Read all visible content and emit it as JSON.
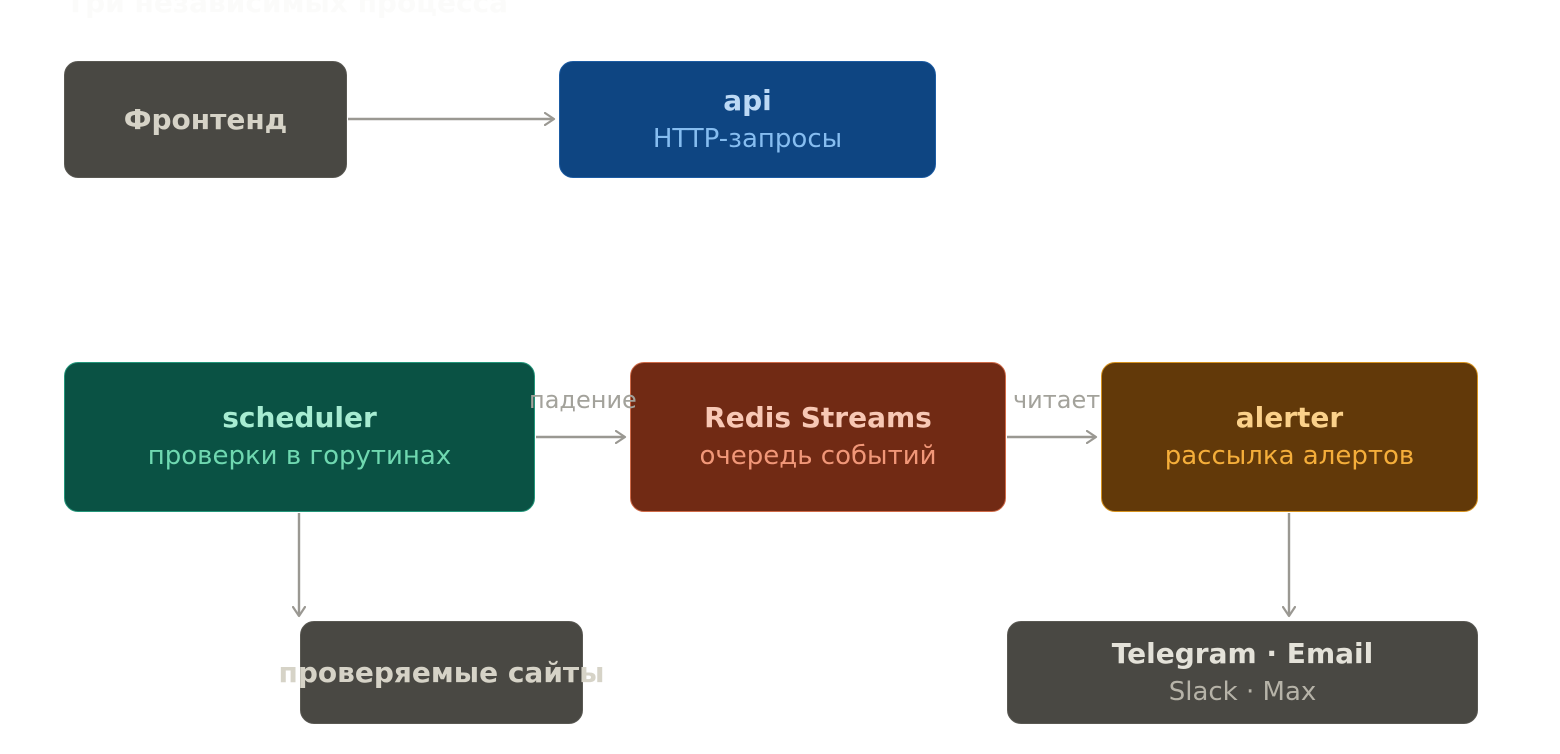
{
  "heading": "Три независимых процесса",
  "nodes": {
    "frontend": {
      "title": "Фронтенд"
    },
    "api": {
      "title": "api",
      "subtitle": "HTTP-запросы"
    },
    "scheduler": {
      "title": "scheduler",
      "subtitle": "проверки в горутинах"
    },
    "redis": {
      "title": "Redis Streams",
      "subtitle": "очередь событий"
    },
    "alerter": {
      "title": "alerter",
      "subtitle": "рассылка алертов"
    },
    "sites": {
      "title": "проверяемые сайты"
    },
    "channels": {
      "title": "Telegram · Email",
      "subtitle": "Slack · Max"
    }
  },
  "edges": {
    "scheduler_to_redis": {
      "label": "падение"
    },
    "redis_to_alerter": {
      "label": "читает"
    }
  },
  "colors": {
    "arrow": "#9a9892",
    "neutral_node": "#494843",
    "api_node": "#0e4582",
    "scheduler_node": "#0a5244",
    "redis_node": "#712a14",
    "alerter_node": "#623909"
  }
}
